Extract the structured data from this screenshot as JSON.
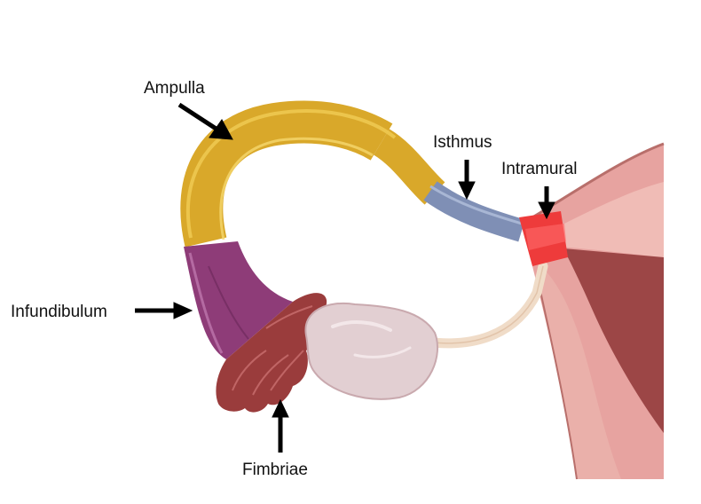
{
  "labels": {
    "ampulla": "Ampulla",
    "isthmus": "Isthmus",
    "intramural": "Intramural",
    "infundibulum": "Infundibulum",
    "fimbriae": "Fimbriae"
  },
  "colors": {
    "ampulla": "#d9a82a",
    "isthmus": "#7f8fb5",
    "intramural": "#ee3b3b",
    "infundibulum": "#8e3c78",
    "fimbriae": "#9a3c3c",
    "ovary": "#e2cfd2",
    "uterus_wall": "#e7a3a0",
    "uterus_inner": "#9c4646",
    "ligament": "#f0dcc8",
    "arrow": "#000000"
  }
}
